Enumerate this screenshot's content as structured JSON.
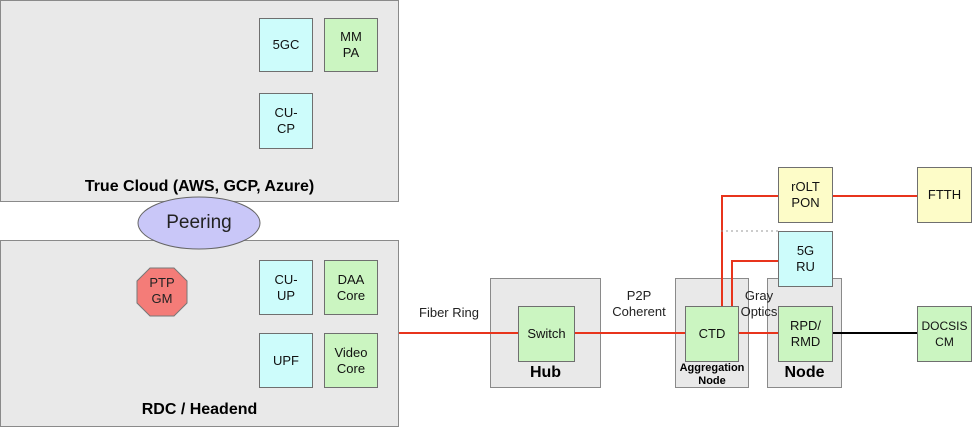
{
  "panels": {
    "cloud": "True Cloud (AWS, GCP, Azure)",
    "rdc": "RDC / Headend",
    "hub": "Hub",
    "aggregation": "Aggregation\nNode",
    "node": "Node"
  },
  "peering": "Peering",
  "ptp": "PTP\nGM",
  "boxes": {
    "g5c": "5GC",
    "mmpa": "MM\nPA",
    "cucp": "CU-\nCP",
    "cuup": "CU-\nUP",
    "daa": "DAA\nCore",
    "upf": "UPF",
    "video": "Video\nCore",
    "switch": "Switch",
    "ctd": "CTD",
    "rpd": "RPD/\nRMD",
    "rolt": "rOLT\nPON",
    "ftth": "FTTH",
    "ru": "5G\nRU",
    "docsis": "DOCSIS\nCM"
  },
  "edges": {
    "fiber": "Fiber Ring",
    "p2p": "P2P\nCoherent",
    "gray": "Gray\nOptics"
  },
  "colors": {
    "cyan": "#cdfcfb",
    "green": "#cbf5c1",
    "yellow": "#fdfcc8",
    "link": "#e8341c",
    "peering": "#c9c7f8",
    "ptp": "#f47c78"
  }
}
